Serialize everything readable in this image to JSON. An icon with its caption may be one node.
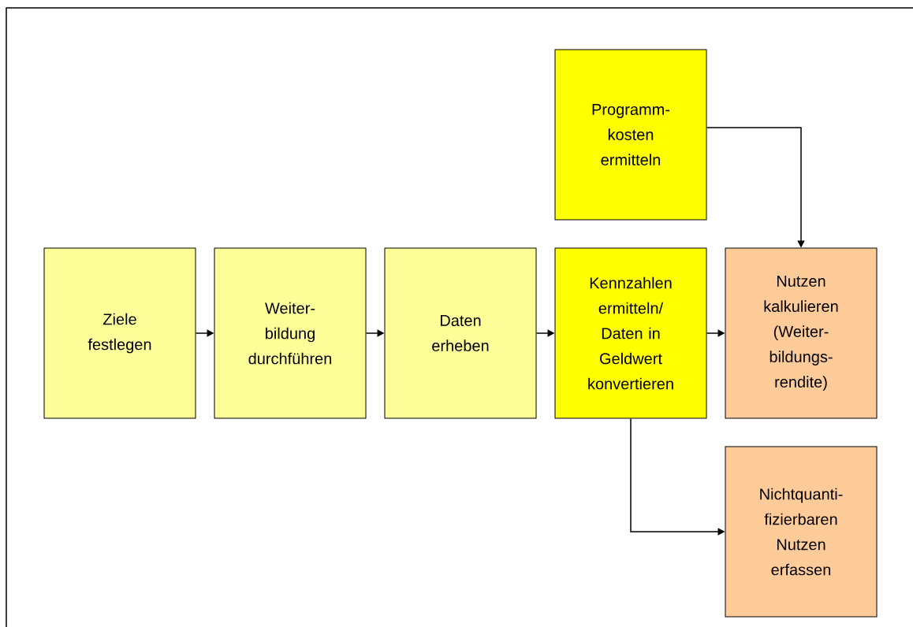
{
  "diagram": {
    "nodes": [
      {
        "text": [
          "Ziele festlegen"
        ]
      },
      {
        "text": [
          "Weiter- bildung durchführen"
        ]
      },
      {
        "text": [
          "Daten erheben"
        ]
      },
      {
        "text": [
          "Kennzahlen ermitteln/ Daten in Geldwert konvertieren"
        ]
      },
      {
        "text": [
          "Nutzen kalkulieren (Weiter- bildungs- rendite)"
        ]
      },
      {
        "text": [
          "Programm- kosten ermitteln"
        ]
      },
      {
        "text": [
          "Nichtquanti- fizierbaren Nutzen erfassen"
        ]
      }
    ],
    "edges": [
      {
        "from": 0,
        "to": 1,
        "arrow": "to"
      },
      {
        "from": 1,
        "to": 2,
        "arrow": "to"
      },
      {
        "from": 2,
        "to": 3,
        "arrow": "to"
      },
      {
        "from": 3,
        "to": 4,
        "arrow": "to"
      },
      {
        "from": 5,
        "to": 4,
        "arrow": "to"
      },
      {
        "from": 3,
        "to": 6,
        "arrow": "to"
      }
    ]
  }
}
